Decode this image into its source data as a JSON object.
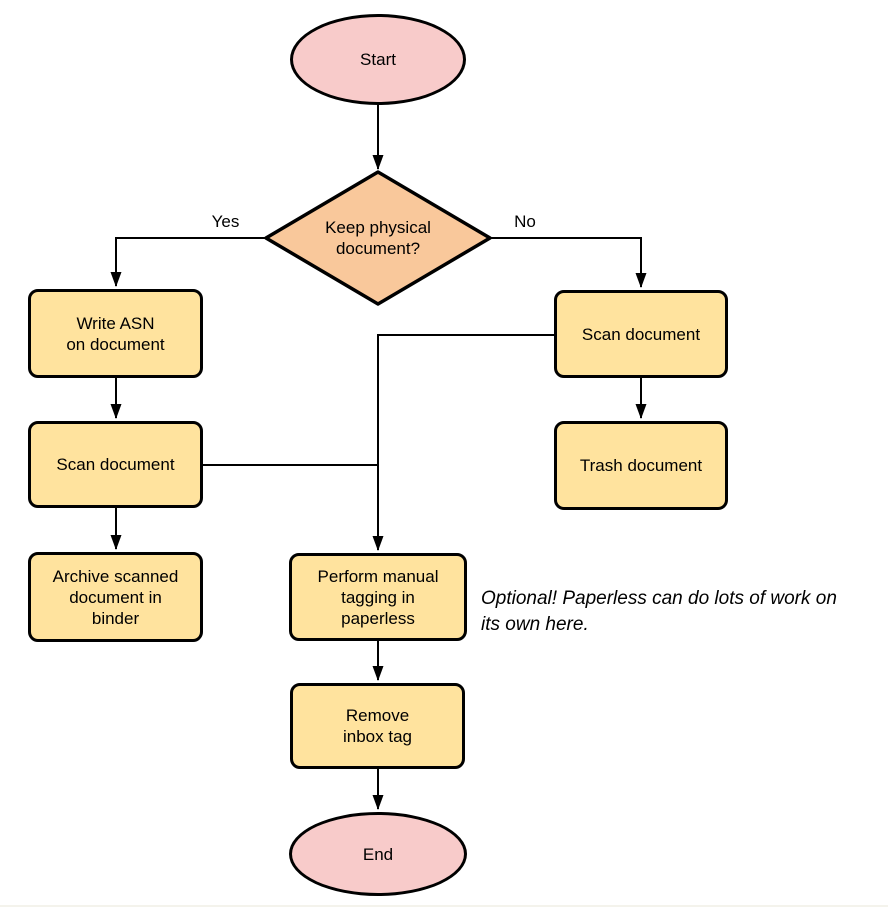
{
  "diagram": {
    "type": "flowchart",
    "colors": {
      "terminal_fill": "#f8cbca",
      "decision_fill": "#f9c89b",
      "process_fill": "#ffe39e",
      "stroke": "#000000",
      "background": "#ffffff"
    },
    "nodes": {
      "start": {
        "type": "terminal",
        "label": "Start"
      },
      "decision": {
        "type": "decision",
        "label": "Keep physical\ndocument?"
      },
      "write_asn": {
        "type": "process",
        "label": "Write ASN\non document"
      },
      "scan_left": {
        "type": "process",
        "label": "Scan document"
      },
      "archive": {
        "type": "process",
        "label": "Archive scanned\ndocument in\nbinder"
      },
      "scan_right": {
        "type": "process",
        "label": "Scan document"
      },
      "trash": {
        "type": "process",
        "label": "Trash document"
      },
      "tagging": {
        "type": "process",
        "label": "Perform manual\ntagging in\npaperless"
      },
      "remove_inbox": {
        "type": "process",
        "label": "Remove\ninbox tag"
      },
      "end": {
        "type": "terminal",
        "label": "End"
      }
    },
    "edge_labels": {
      "yes": "Yes",
      "no": "No"
    },
    "note": "Optional! Paperless can do lots of work on\nits own here.",
    "edges": [
      "start -> decision",
      "decision -> write_asn (Yes)",
      "decision -> scan_right (No)",
      "write_asn -> scan_left",
      "scan_left -> archive",
      "scan_right -> trash",
      "scan_right -> tagging",
      "scan_left -> tagging",
      "tagging -> remove_inbox",
      "remove_inbox -> end"
    ]
  }
}
